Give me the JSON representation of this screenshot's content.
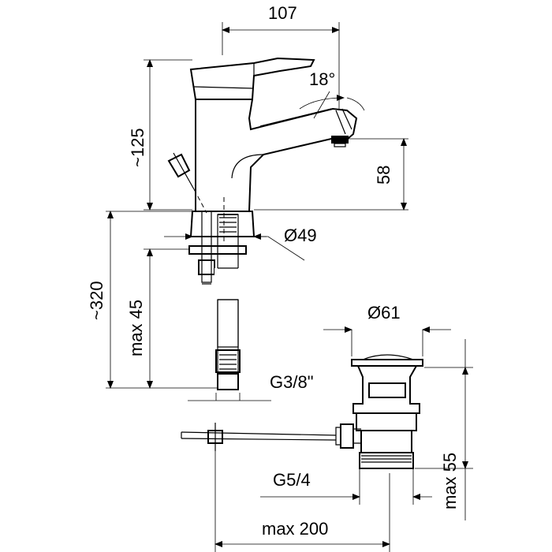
{
  "dimensions": {
    "spout_reach": "107",
    "lever_angle": "18°",
    "body_height": "~125",
    "spout_height": "58",
    "base_diameter": "Ø49",
    "total_height": "~320",
    "max_thickness": "max 45",
    "hose_thread": "G3/8\"",
    "waste_diameter": "Ø61",
    "waste_thread": "G5/4",
    "waste_max_length": "max 55",
    "rod_max_length": "max 200"
  }
}
